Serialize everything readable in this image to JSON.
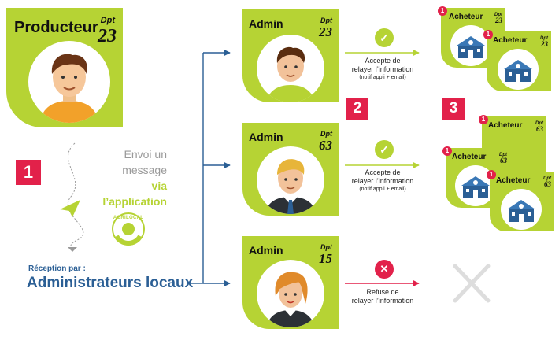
{
  "producer": {
    "title": "Producteur",
    "dpt_label": "Dpt",
    "dpt": "23"
  },
  "message": {
    "line1": "Envoi un",
    "line2": "message",
    "line3": "via",
    "line4": "l’application",
    "logo_text": "AGRILOCAL"
  },
  "steps": [
    "1",
    "2",
    "3"
  ],
  "reception": {
    "label": "Réception par :",
    "title": "Administrateurs locaux"
  },
  "admins": [
    {
      "title": "Admin",
      "dpt_label": "Dpt",
      "dpt": "23",
      "status": "accept",
      "line1": "Accepte de",
      "line2": "relayer l’information",
      "line3": "(notif appli + email)"
    },
    {
      "title": "Admin",
      "dpt_label": "Dpt",
      "dpt": "63",
      "status": "accept",
      "line1": "Accepte de",
      "line2": "relayer l’information",
      "line3": "(notif appli + email)"
    },
    {
      "title": "Admin",
      "dpt_label": "Dpt",
      "dpt": "15",
      "status": "refuse",
      "line1": "Refuse de",
      "line2": "relayer l’information",
      "line3": ""
    }
  ],
  "buyer_label": "Acheteur",
  "buyers": [
    {
      "dpt_label": "Dpt",
      "dpt": "23",
      "badge": "1"
    },
    {
      "dpt_label": "Dpt",
      "dpt": "23",
      "badge": "1"
    },
    {
      "dpt_label": "Dpt",
      "dpt": "63",
      "badge": "1"
    },
    {
      "dpt_label": "Dpt",
      "dpt": "63",
      "badge": "1"
    },
    {
      "dpt_label": "Dpt",
      "dpt": "63",
      "badge": "1"
    }
  ],
  "colors": {
    "green": "#b6d334",
    "blue": "#2b5f95",
    "red": "#e2214a",
    "grey": "#dddddd"
  }
}
